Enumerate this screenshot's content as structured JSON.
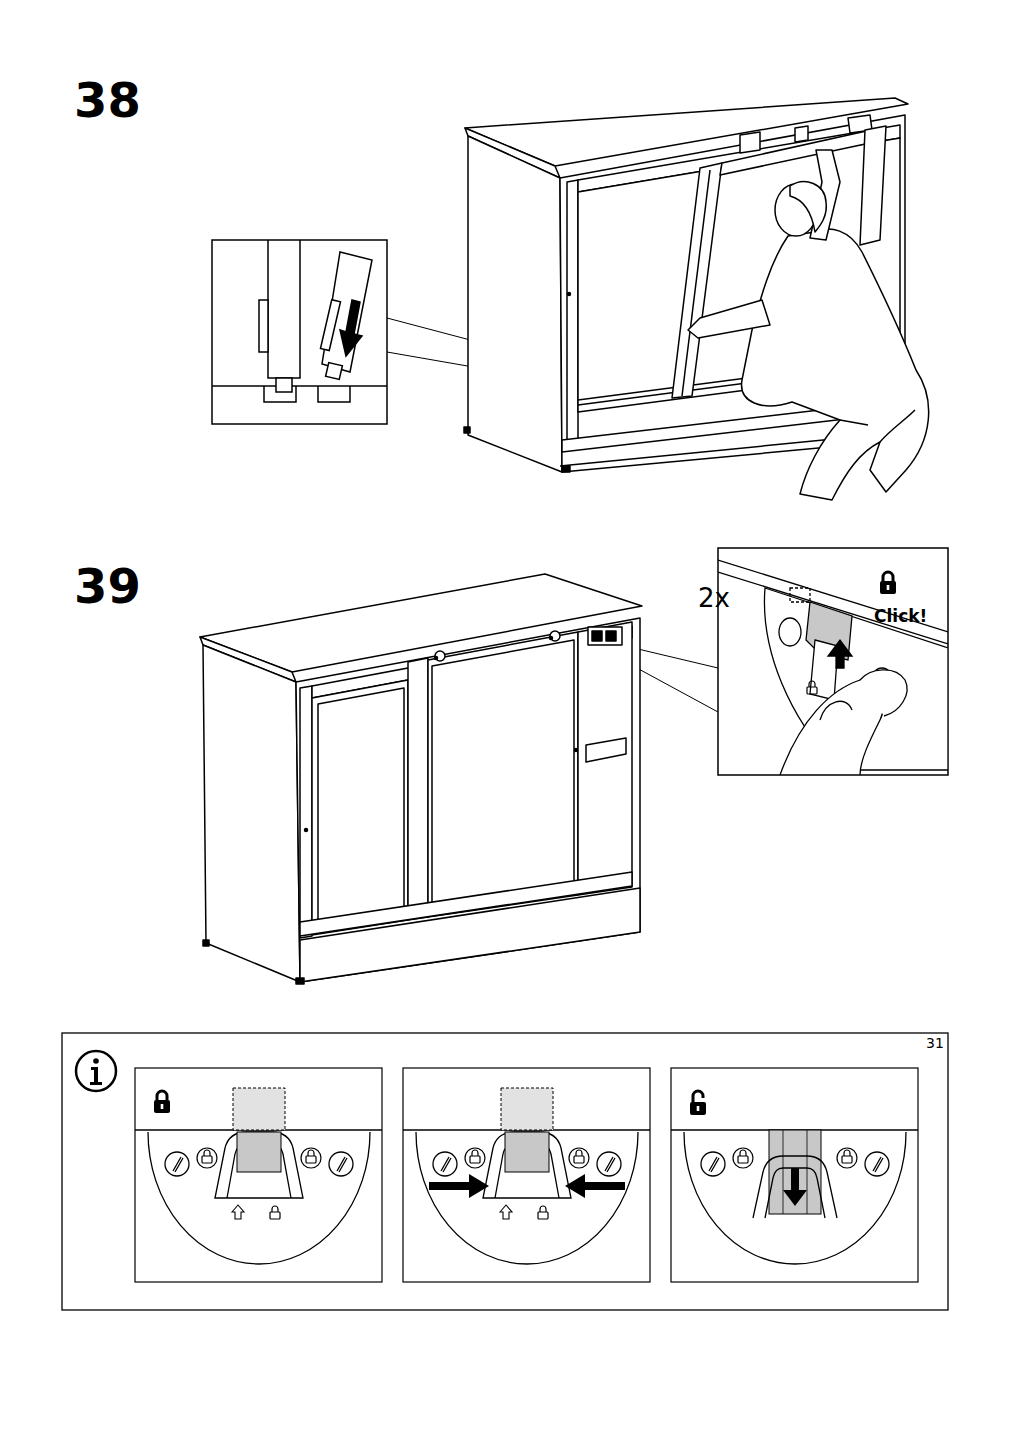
{
  "diagram": {
    "labels": [
      "38",
      "39",
      "2x",
      "Click!",
      "31"
    ]
  }
}
